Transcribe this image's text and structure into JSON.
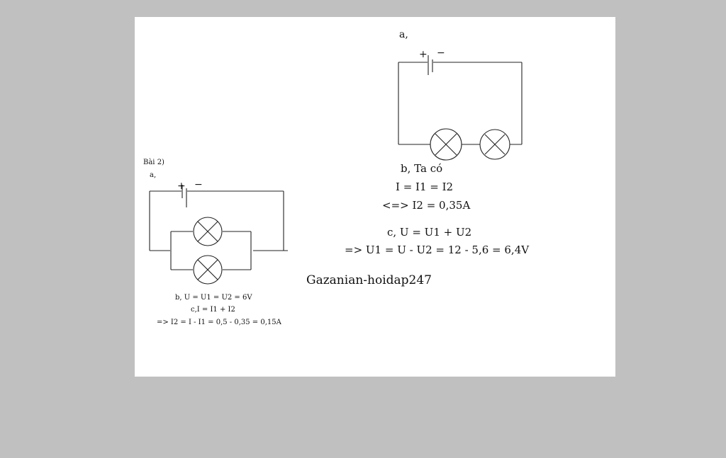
{
  "left_problem": {
    "heading": "Bài 2)",
    "part_a": "a,",
    "battery_plus": "+",
    "battery_minus": "−",
    "line_b": "b, U = U1 = U2 = 6V",
    "line_c": "c,I = I1 + I2",
    "line_result": "=> I2 = I - I1 = 0,5 - 0,35 = 0,15A"
  },
  "right_problem": {
    "part_a": "a,",
    "battery_plus": "+",
    "battery_minus": "−",
    "line_b": "b, Ta có",
    "line_b1": "I = I1 = I2",
    "line_b2": "<=> I2 = 0,35A",
    "line_c": "c, U = U1 + U2",
    "line_c2": "=> U1 = U - U2 = 12 - 5,6 = 6,4V"
  },
  "watermark": "Gazanian-hoidap247"
}
